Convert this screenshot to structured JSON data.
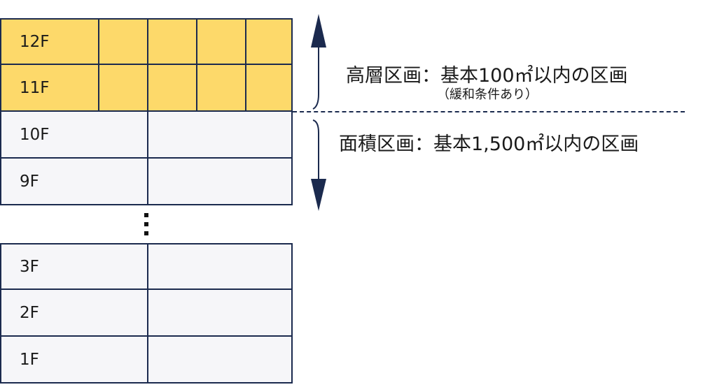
{
  "upper_rows": [
    {
      "floor": "12F"
    },
    {
      "floor": "11F"
    }
  ],
  "middle_rows": [
    {
      "floor": "10F"
    },
    {
      "floor": "9F"
    }
  ],
  "lower_rows": [
    {
      "floor": "3F"
    },
    {
      "floor": "2F"
    },
    {
      "floor": "1F"
    }
  ],
  "labels": {
    "high_rise": "高層区画：基本100㎡以内の区画",
    "high_rise_note": "（緩和条件あり）",
    "area": "面積区画：基本1,500㎡以内の区画"
  },
  "colors": {
    "high_rise_fill": "#fdd96a",
    "area_fill": "#f6f6f9",
    "line": "#1b2a4e"
  }
}
